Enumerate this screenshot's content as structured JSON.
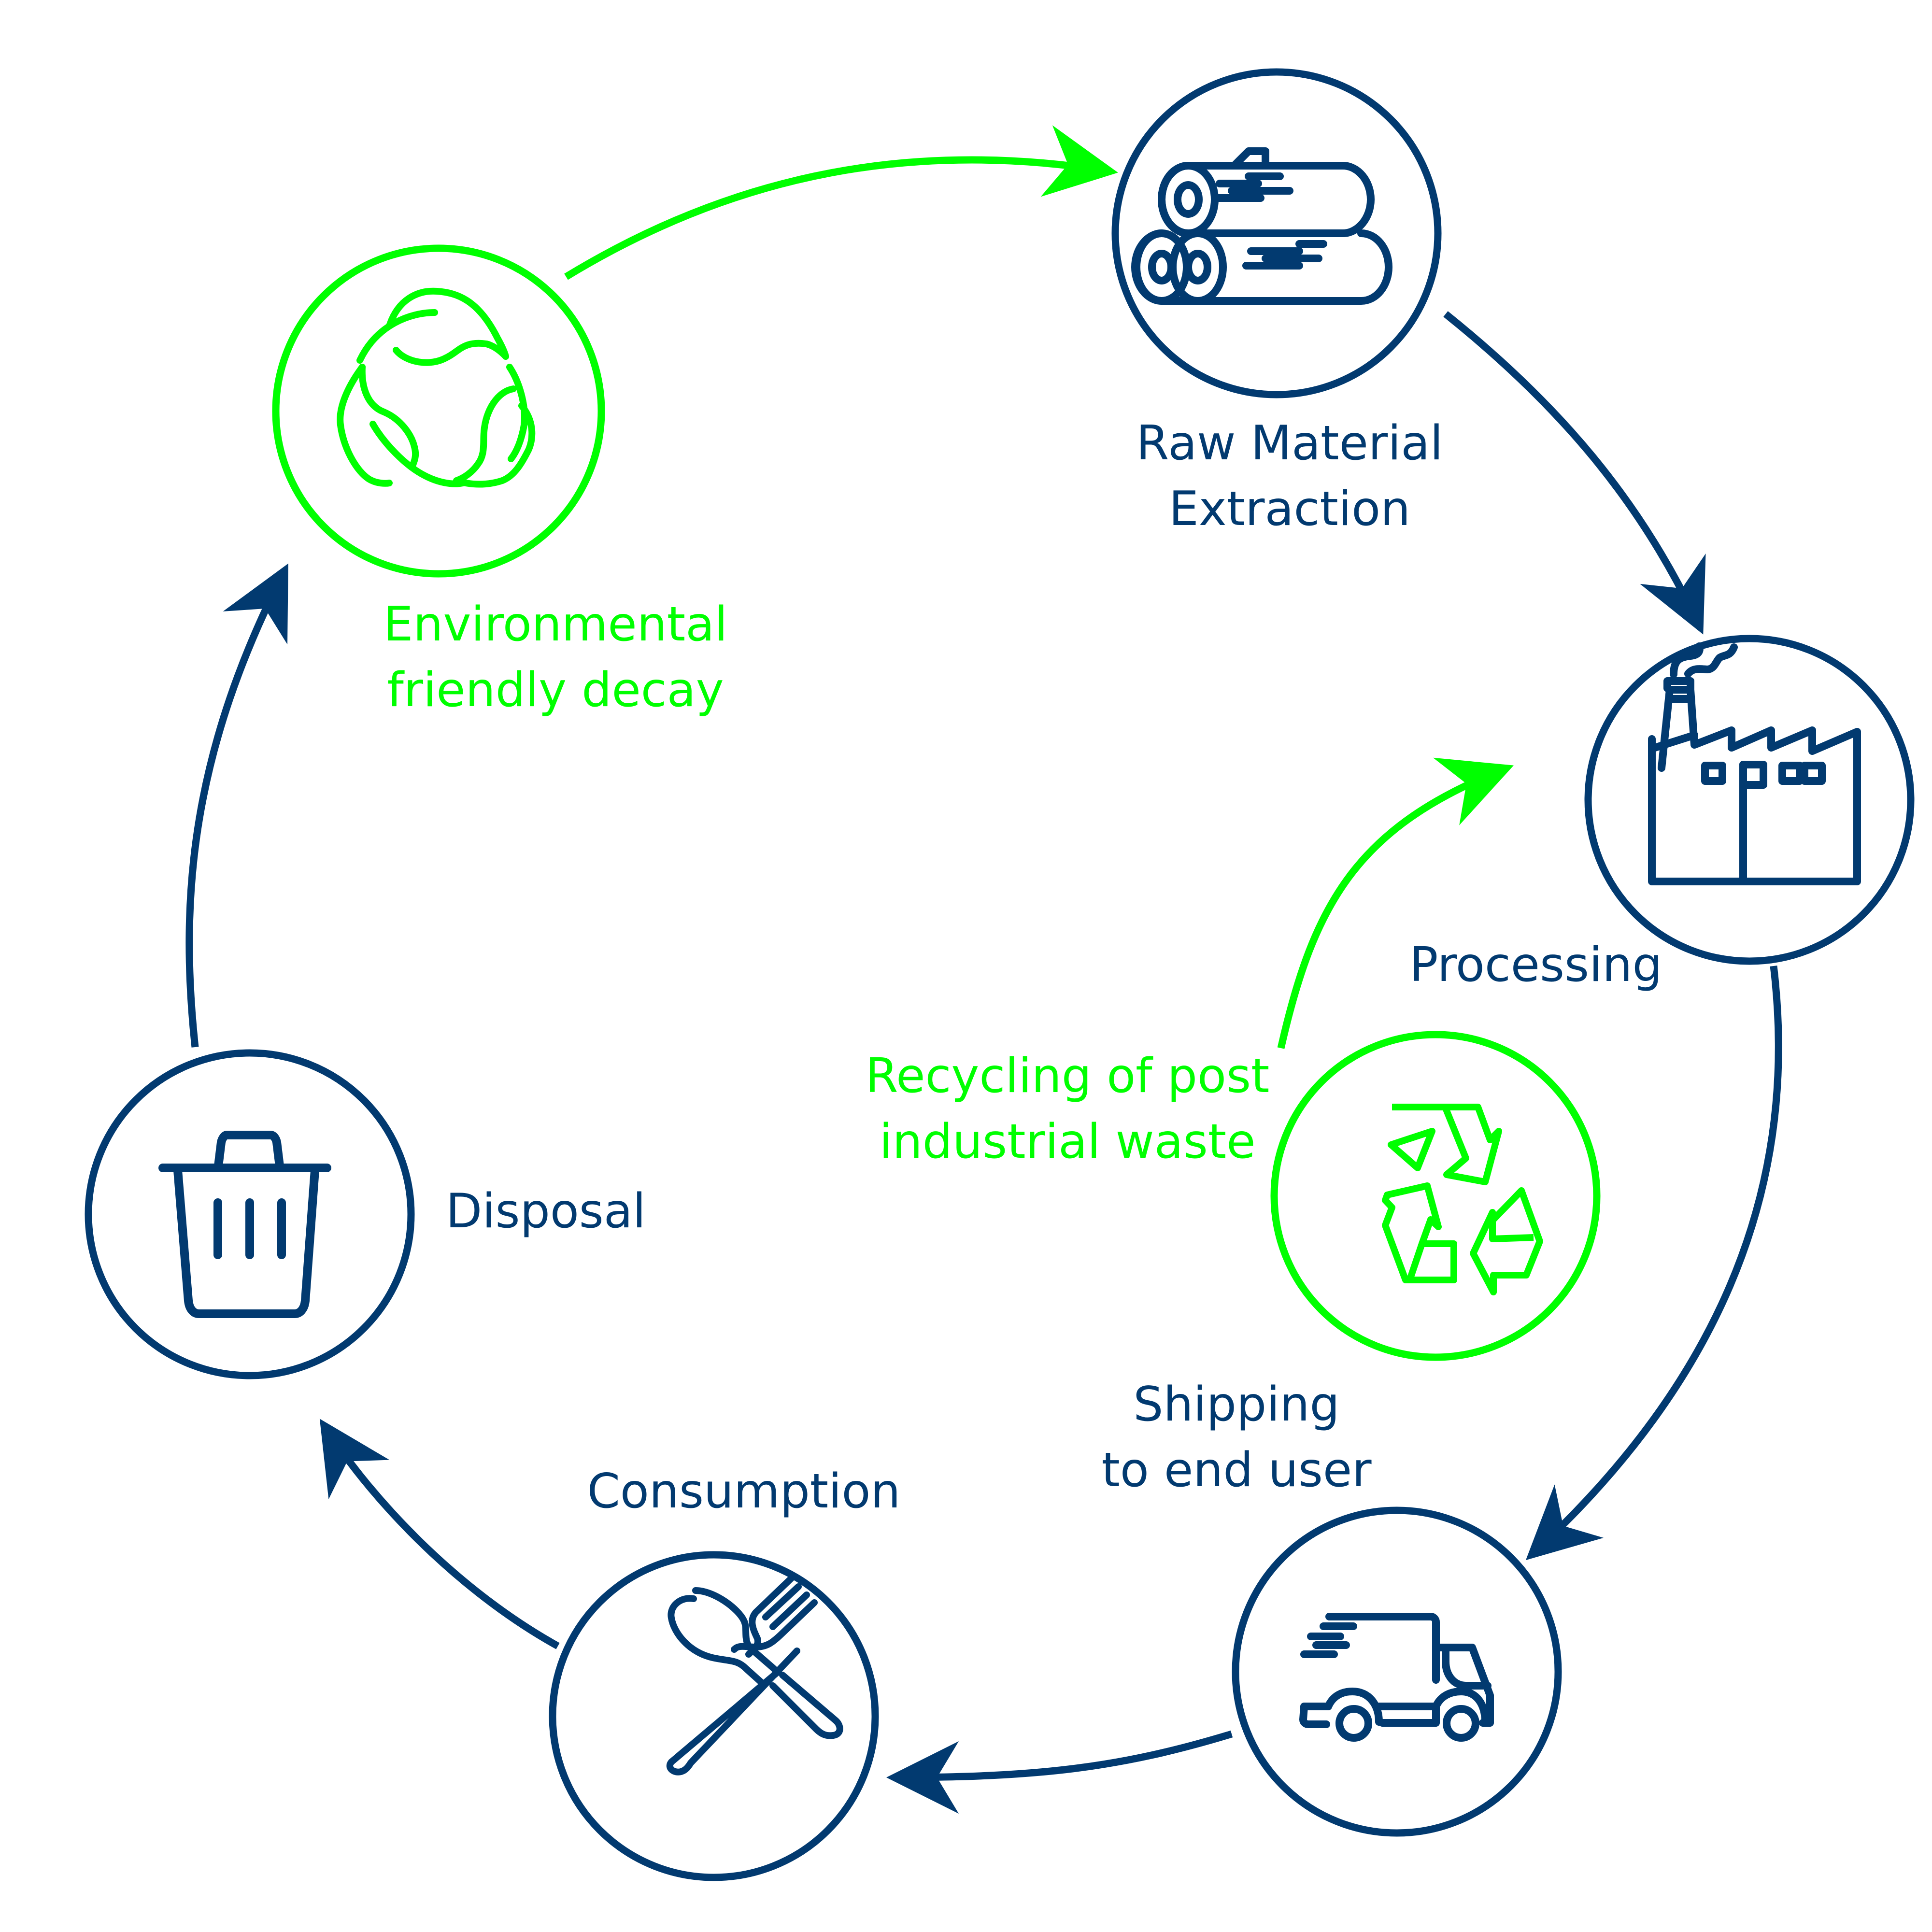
{
  "title": "Product life cycle with recycling",
  "colors": {
    "primary": "#023a70",
    "accent_green": "#00ff00",
    "background": "#ffffff"
  },
  "stages": [
    {
      "id": "raw-material",
      "label_line1": "Raw Material",
      "label_line2": "Extraction",
      "icon": "logs-icon",
      "color": "navy"
    },
    {
      "id": "processing",
      "label_line1": "Processing",
      "icon": "factory-icon",
      "color": "navy"
    },
    {
      "id": "shipping",
      "label_line1": "Shipping",
      "label_line2": "to end user",
      "icon": "truck-icon",
      "color": "navy"
    },
    {
      "id": "consumption",
      "label_line1": "Consumption",
      "icon": "spoon-fork-icon",
      "color": "navy"
    },
    {
      "id": "disposal",
      "label_line1": "Disposal",
      "icon": "trash-can-icon",
      "color": "navy"
    },
    {
      "id": "decay",
      "label_line1": "Environmental",
      "label_line2": "friendly decay",
      "icon": "leaf-cycle-icon",
      "color": "green"
    },
    {
      "id": "recycling",
      "label_line1": "Recycling of post",
      "label_line2": "industrial waste",
      "icon": "recycle-icon",
      "color": "green"
    }
  ],
  "flows": [
    {
      "from": "decay",
      "to": "raw-material",
      "color": "green"
    },
    {
      "from": "raw-material",
      "to": "processing",
      "color": "navy"
    },
    {
      "from": "processing",
      "to": "shipping",
      "color": "navy"
    },
    {
      "from": "shipping",
      "to": "consumption",
      "color": "navy"
    },
    {
      "from": "consumption",
      "to": "disposal",
      "color": "navy"
    },
    {
      "from": "disposal",
      "to": "decay",
      "color": "navy"
    },
    {
      "from": "recycling",
      "to": "processing",
      "color": "green"
    }
  ]
}
